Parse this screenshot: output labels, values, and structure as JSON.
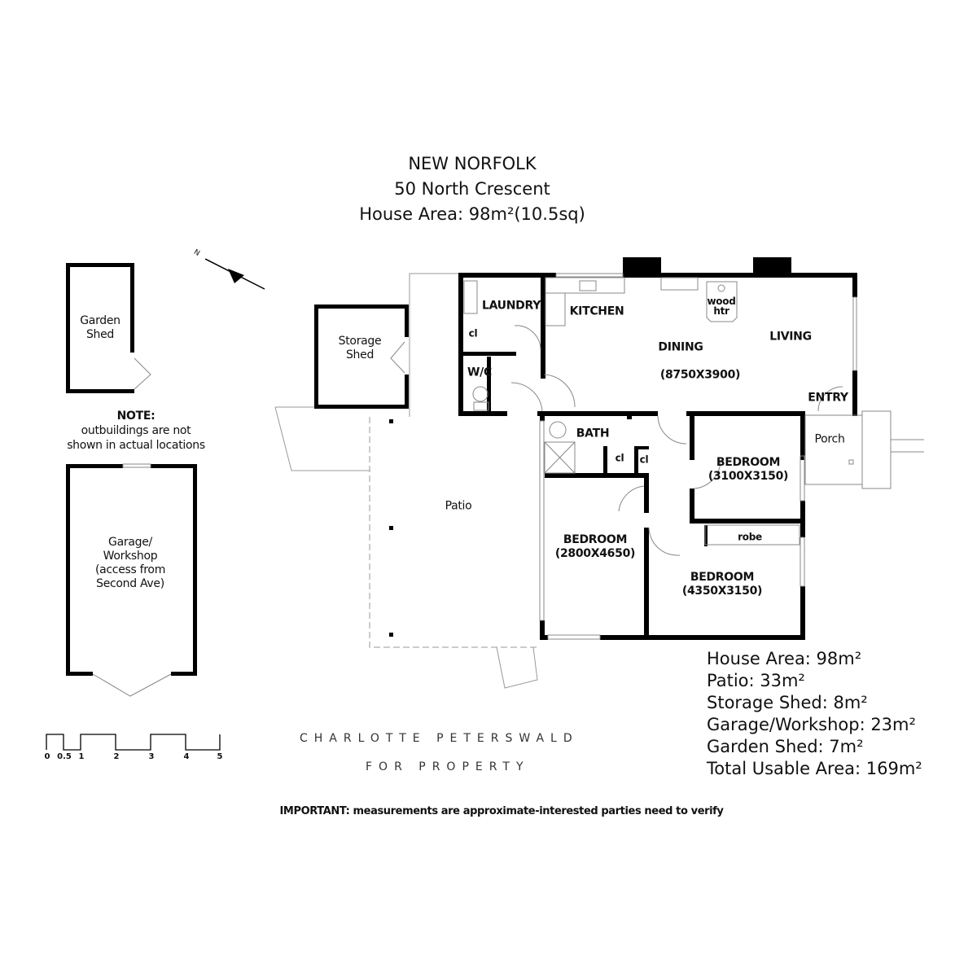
{
  "header": {
    "suburb": "NEW NORFOLK",
    "address": "50 North Crescent",
    "house_area": "House Area: 98m²(10.5sq)"
  },
  "north_marker": "N",
  "rooms": {
    "laundry": "LAUNDRY",
    "cl1": "cl",
    "wc": "W/C",
    "kitchen": "KITCHEN",
    "dining": "DINING",
    "dining_dims": "(8750X3900)",
    "living": "LIVING",
    "wood_heater": [
      "wood",
      "htr"
    ],
    "entry": "ENTRY",
    "porch": "Porch",
    "bath": "BATH",
    "cl2": "cl",
    "cl3": "cl",
    "bedroom1": "BEDROOM",
    "bedroom1_dims": "(3100X3150)",
    "bedroom2": "BEDROOM",
    "bedroom2_dims": "(2800X4650)",
    "bedroom3": "BEDROOM",
    "bedroom3_dims": "(4350X3150)",
    "robe": "robe",
    "patio": "Patio"
  },
  "outbuildings": {
    "garden_shed": [
      "Garden",
      "Shed"
    ],
    "storage_shed": [
      "Storage",
      "Shed"
    ],
    "garage": [
      "Garage/",
      "Workshop",
      "(access from",
      "Second Ave)"
    ],
    "note": [
      "NOTE:",
      "outbuildings are not",
      "shown in actual locations"
    ]
  },
  "scale_bar": [
    "0",
    "0.5",
    "1",
    "2",
    "3",
    "4",
    "5"
  ],
  "areas": [
    "House Area: 98m²",
    "Patio: 33m²",
    "Storage Shed: 8m²",
    "Garage/Workshop: 23m²",
    "Garden Shed: 7m²",
    "Total Usable Area: 169m²"
  ],
  "brand": {
    "line1": "CHARLOTTE PETERSWALD",
    "line2": "FOR PROPERTY"
  },
  "disclaimer": "IMPORTANT: measurements are approximate-interested parties need to verify"
}
